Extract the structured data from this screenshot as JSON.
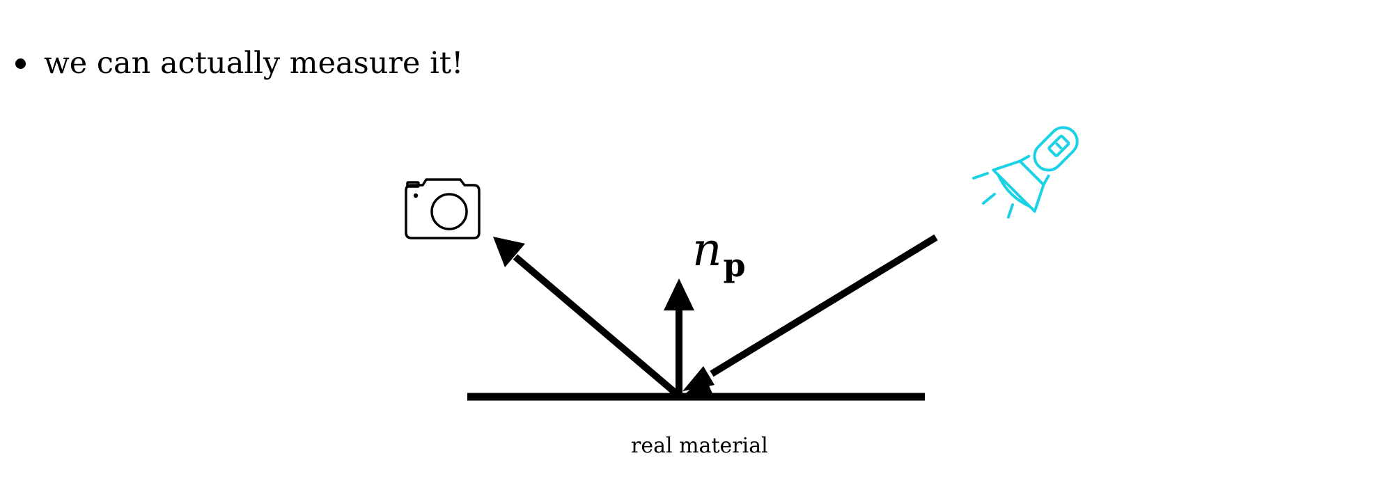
{
  "bullets": [
    {
      "text": "we can actually measure it!"
    }
  ],
  "diagram": {
    "normal_label": {
      "symbol": "n",
      "subscript": "p"
    },
    "caption": "real material",
    "icons": {
      "camera": "camera-icon",
      "flashlight": "flashlight-icon"
    },
    "colors": {
      "stroke": "#000000",
      "flashlight": "#1ad1e5"
    }
  }
}
